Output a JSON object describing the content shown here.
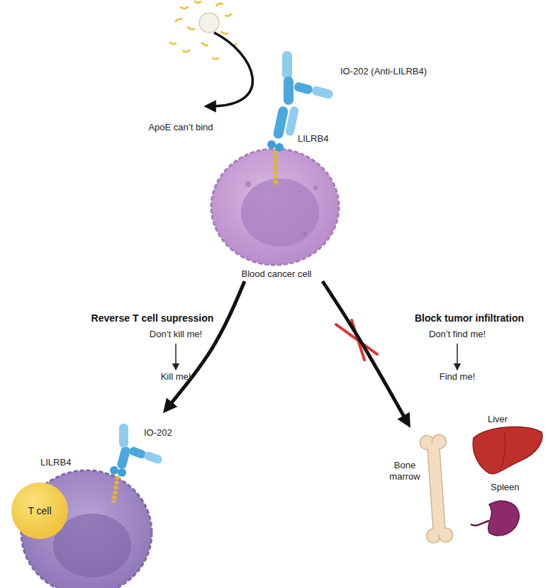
{
  "diagram": {
    "nodes": [
      {
        "text": [
          "Blood cancer cell"
        ]
      },
      {
        "text": [
          "LILRB4",
          "IO-202"
        ]
      },
      {
        "text": [
          "T cell"
        ],
        "in": 1
      },
      {
        "text": [
          "Bone marrow"
        ]
      },
      {
        "text": [
          "Liver"
        ]
      },
      {
        "text": [
          "Spleen"
        ]
      }
    ],
    "edges": [
      {
        "from": 0,
        "to": 1,
        "arrow": "to"
      },
      {
        "from": 0,
        "to": 3,
        "arrow": "to"
      }
    ],
    "labels": [
      "IO-202 (Anti-LILRB4)",
      "LILRB4",
      "ApoE can’t bind",
      "Reverse T cell supression",
      "Don’t kill me!",
      "Kill me!",
      "Block tumor infiltration",
      "Don’t find me!",
      "Find me!"
    ]
  }
}
